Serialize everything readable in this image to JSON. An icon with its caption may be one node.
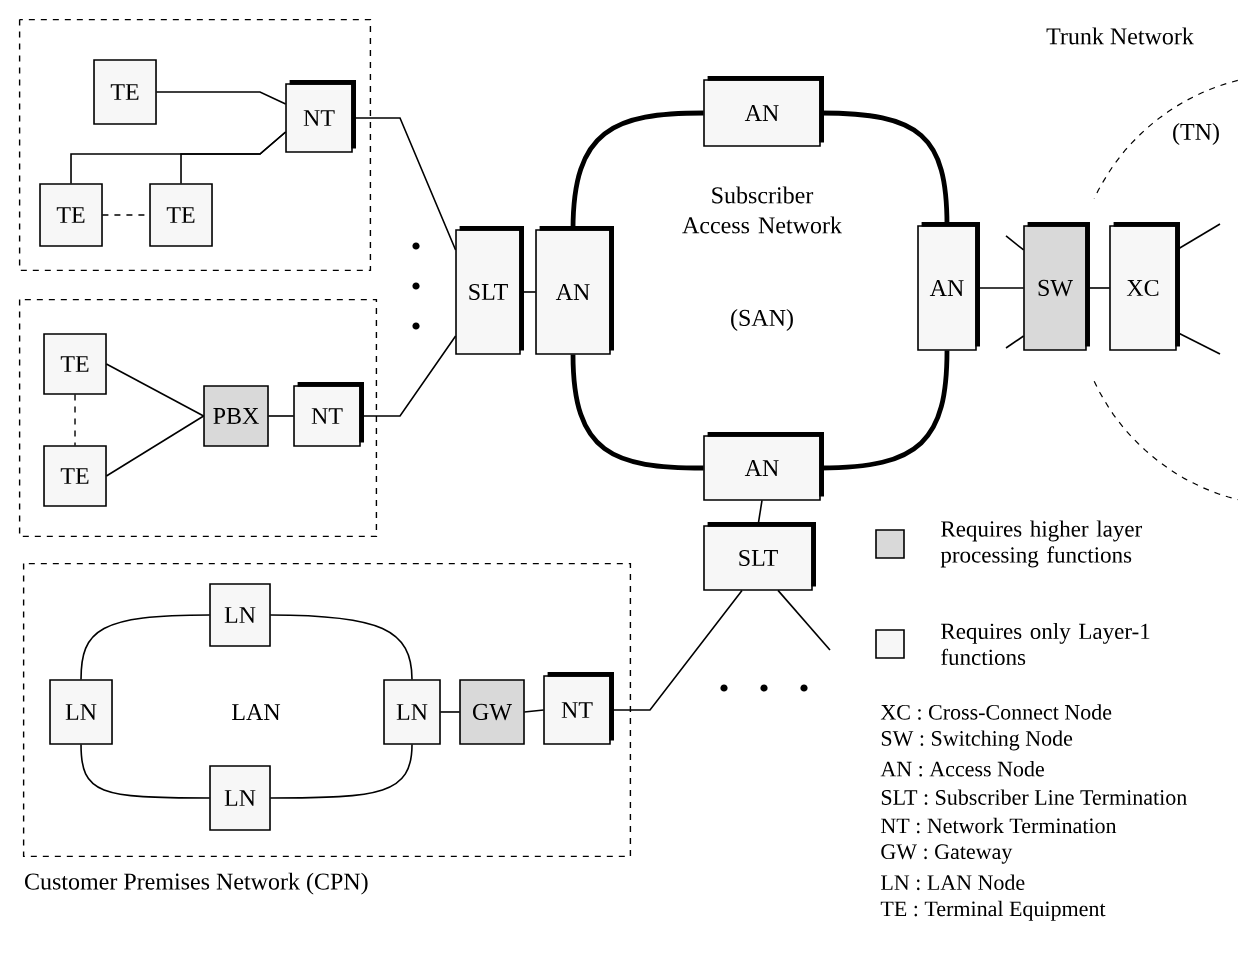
{
  "diagram": {
    "nodes": [
      {
        "text": [],
        "shape": "box"
      },
      {
        "text": [
          "TE"
        ],
        "in": 0
      },
      {
        "text": [
          "NT"
        ],
        "in": 0
      },
      {
        "text": [
          "TE"
        ],
        "in": 0
      },
      {
        "text": [
          "TE"
        ],
        "in": 0
      },
      {
        "text": [],
        "shape": "box"
      },
      {
        "text": [
          "TE"
        ],
        "in": 5
      },
      {
        "text": [
          "TE"
        ],
        "in": 5
      },
      {
        "text": [
          "PBX"
        ],
        "in": 5
      },
      {
        "text": [
          "NT"
        ],
        "in": 5
      },
      {
        "text": [
          "SLT"
        ]
      },
      {
        "text": [
          "AN"
        ]
      },
      {
        "text": [
          "AN"
        ]
      },
      {
        "text": [
          "AN"
        ]
      },
      {
        "text": [
          "SW"
        ]
      },
      {
        "text": [
          "XC"
        ]
      },
      {
        "text": [
          "AN"
        ]
      },
      {
        "text": [
          "SLT"
        ]
      },
      {
        "text": [],
        "shape": "box",
        "beside": [
          "Customer Premises Network (CPN)"
        ]
      },
      {
        "text": [
          "LN"
        ],
        "in": 18
      },
      {
        "text": [
          "LN"
        ],
        "in": 18
      },
      {
        "text": [
          "LN"
        ],
        "in": 18
      },
      {
        "text": [
          "LN"
        ],
        "in": 18
      },
      {
        "text": [
          "GW"
        ],
        "in": 18
      },
      {
        "text": [
          "NT"
        ],
        "in": 18
      }
    ],
    "edges": [
      {
        "from": 1,
        "to": 2,
        "arrow": "none"
      },
      {
        "from": 3,
        "to": 2,
        "arrow": "none"
      },
      {
        "from": 4,
        "to": 2,
        "arrow": "none"
      },
      {
        "from": 3,
        "to": 4,
        "arrow": "none",
        "style": "dashed"
      },
      {
        "from": 6,
        "to": 8,
        "arrow": "none"
      },
      {
        "from": 7,
        "to": 8,
        "arrow": "none"
      },
      {
        "from": 6,
        "to": 7,
        "arrow": "none",
        "style": "dashed"
      },
      {
        "from": 8,
        "to": 9,
        "arrow": "none"
      },
      {
        "from": 2,
        "to": 10,
        "arrow": "none"
      },
      {
        "from": 9,
        "to": 10,
        "arrow": "none"
      },
      {
        "from": 10,
        "to": 11,
        "arrow": "none"
      },
      {
        "from": 11,
        "to": 12,
        "arrow": "none",
        "style": "thick"
      },
      {
        "from": 12,
        "to": 13,
        "arrow": "none",
        "style": "thick"
      },
      {
        "from": 13,
        "to": 16,
        "arrow": "none",
        "style": "thick"
      },
      {
        "from": 16,
        "to": 11,
        "arrow": "none",
        "style": "thick"
      },
      {
        "from": 13,
        "to": 14,
        "arrow": "none"
      },
      {
        "from": 14,
        "to": 15,
        "arrow": "none"
      },
      {
        "from": 16,
        "to": 17,
        "arrow": "none"
      },
      {
        "from": 24,
        "to": 17,
        "arrow": "none"
      },
      {
        "from": 17,
        "to": null,
        "arrow": "none"
      },
      {
        "from": 14,
        "to": null,
        "arrow": "none"
      },
      {
        "from": 14,
        "to": null,
        "arrow": "none"
      },
      {
        "from": 15,
        "to": null,
        "arrow": "none"
      },
      {
        "from": 15,
        "to": null,
        "arrow": "none"
      },
      {
        "from": 19,
        "to": 20,
        "arrow": "none"
      },
      {
        "from": 19,
        "to": 21,
        "arrow": "none"
      },
      {
        "from": 20,
        "to": 22,
        "arrow": "none"
      },
      {
        "from": 21,
        "to": 22,
        "arrow": "none"
      },
      {
        "from": 21,
        "to": 23,
        "arrow": "none"
      },
      {
        "from": 23,
        "to": 24,
        "arrow": "none"
      }
    ],
    "labels": [
      "Trunk Network",
      "(TN)",
      "Subscriber Access Network",
      "(SAN)",
      "LAN",
      "XC : Cross-Connect Node",
      "SW : Switching Node",
      "AN : Access Node",
      "SLT : Subscriber Line Termination",
      "NT : Network Termination",
      "GW : Gateway",
      "LN : LAN Node",
      "TE : Terminal Equipment"
    ],
    "legend": [
      {
        "text": "Requires higher layer processing functions",
        "color": "#d9d9d9"
      },
      {
        "text": "Requires only Layer-1 functions",
        "color": "#f7f7f7"
      }
    ]
  }
}
